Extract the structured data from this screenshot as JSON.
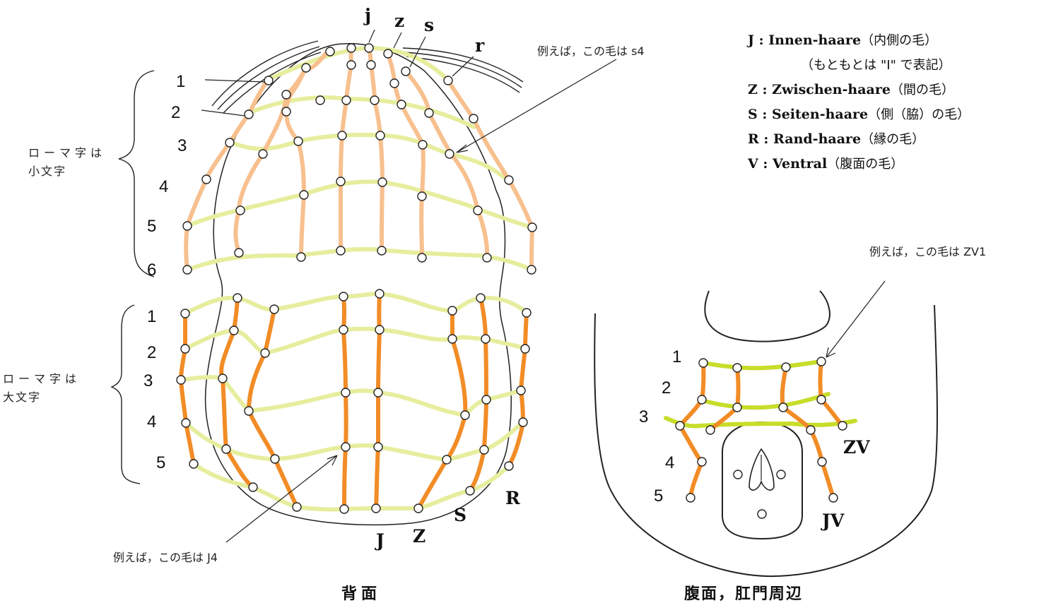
{
  "dorsal": {
    "lower_columns": [
      "j",
      "z",
      "s",
      "r"
    ],
    "lower_rows": [
      "1",
      "2",
      "3",
      "4",
      "5",
      "6"
    ],
    "lower_brace": "ローマ字は\n小文字",
    "upper_columns": [
      "J",
      "Z",
      "S",
      "R"
    ],
    "upper_rows": [
      "1",
      "2",
      "3",
      "4",
      "5"
    ],
    "upper_brace": "ローマ字は\n大文字",
    "example_s4": "例えば，この毛は s4",
    "example_j4": "例えば，この毛は J4",
    "caption": "背面"
  },
  "ventral": {
    "rows": [
      "1",
      "2",
      "3",
      "4",
      "5"
    ],
    "labels": [
      "ZV",
      "JV"
    ],
    "example_zv1": "例えば，この毛は ZV1",
    "caption": "腹面，肛門周辺"
  },
  "legend": {
    "j": {
      "code": "J",
      "name": "Innen-haare",
      "jp": "（内側の毛）"
    },
    "j_note": "（もともとは \"I\" で表記）",
    "z": {
      "code": "Z",
      "name": "Zwischen-haare",
      "jp": "（間の毛）"
    },
    "s": {
      "code": "S",
      "name": "Seiten-haare",
      "jp": "（側（脇）の毛）"
    },
    "r": {
      "code": "R",
      "name": "Rand-haare",
      "jp": "（縁の毛）"
    },
    "v": {
      "code": "V",
      "name": "Ventral",
      "jp": "（腹面の毛）"
    }
  },
  "colors": {
    "row_line": "#e6ee9e",
    "lower_column": "#f7c08e",
    "upper_column": "#f28c26",
    "ventral_row": "#c8dd2a",
    "outline": "#222222"
  }
}
